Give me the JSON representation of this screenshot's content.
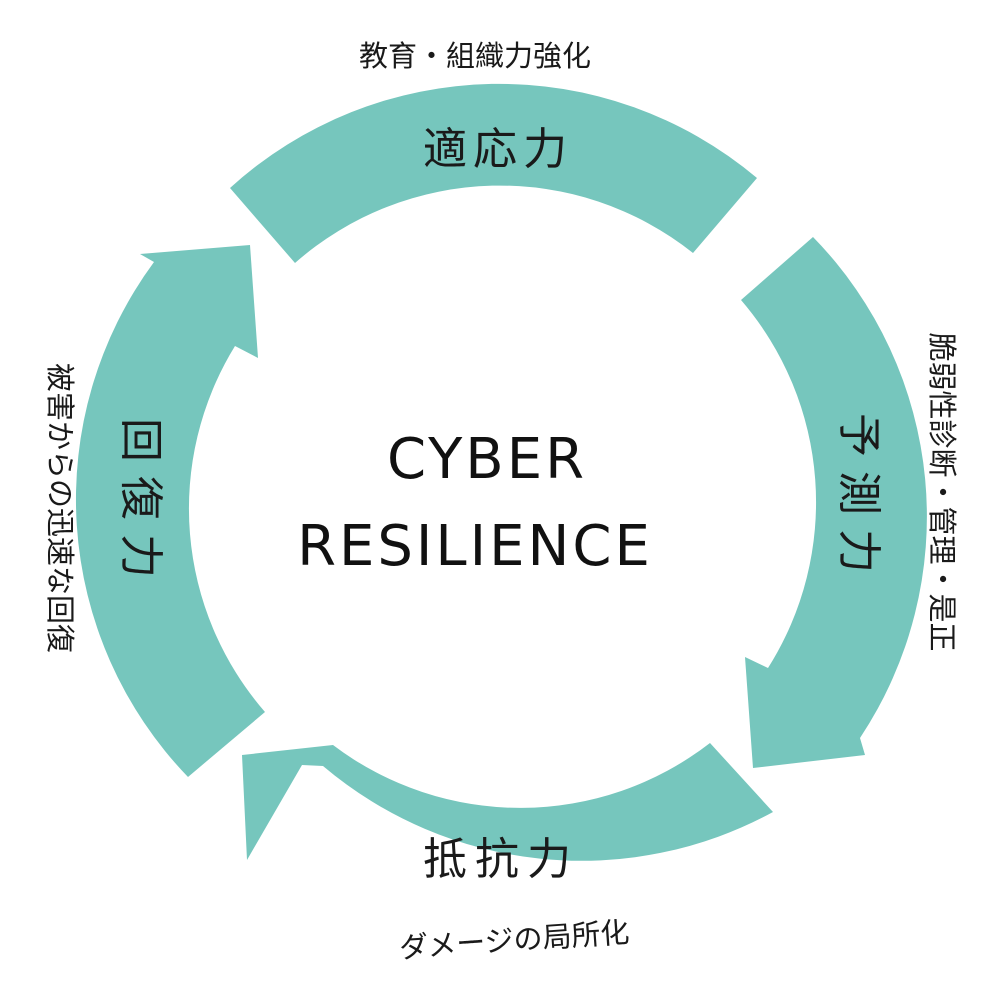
{
  "center": {
    "line1": "CYBER",
    "line2": "RESILIENCE"
  },
  "colors": {
    "arc": "#76c6bd",
    "text": "#1a1a1a"
  },
  "stages": [
    {
      "id": "adapt",
      "label": "適応力",
      "caption": "教育・組織力強化"
    },
    {
      "id": "predict",
      "label": "予測力",
      "caption": "脆弱性診断・管理・是正"
    },
    {
      "id": "resist",
      "label": "抵抗力",
      "caption": "ダメージの局所化"
    },
    {
      "id": "recover",
      "label": "回復力",
      "caption": "被害からの迅速な回復"
    }
  ]
}
